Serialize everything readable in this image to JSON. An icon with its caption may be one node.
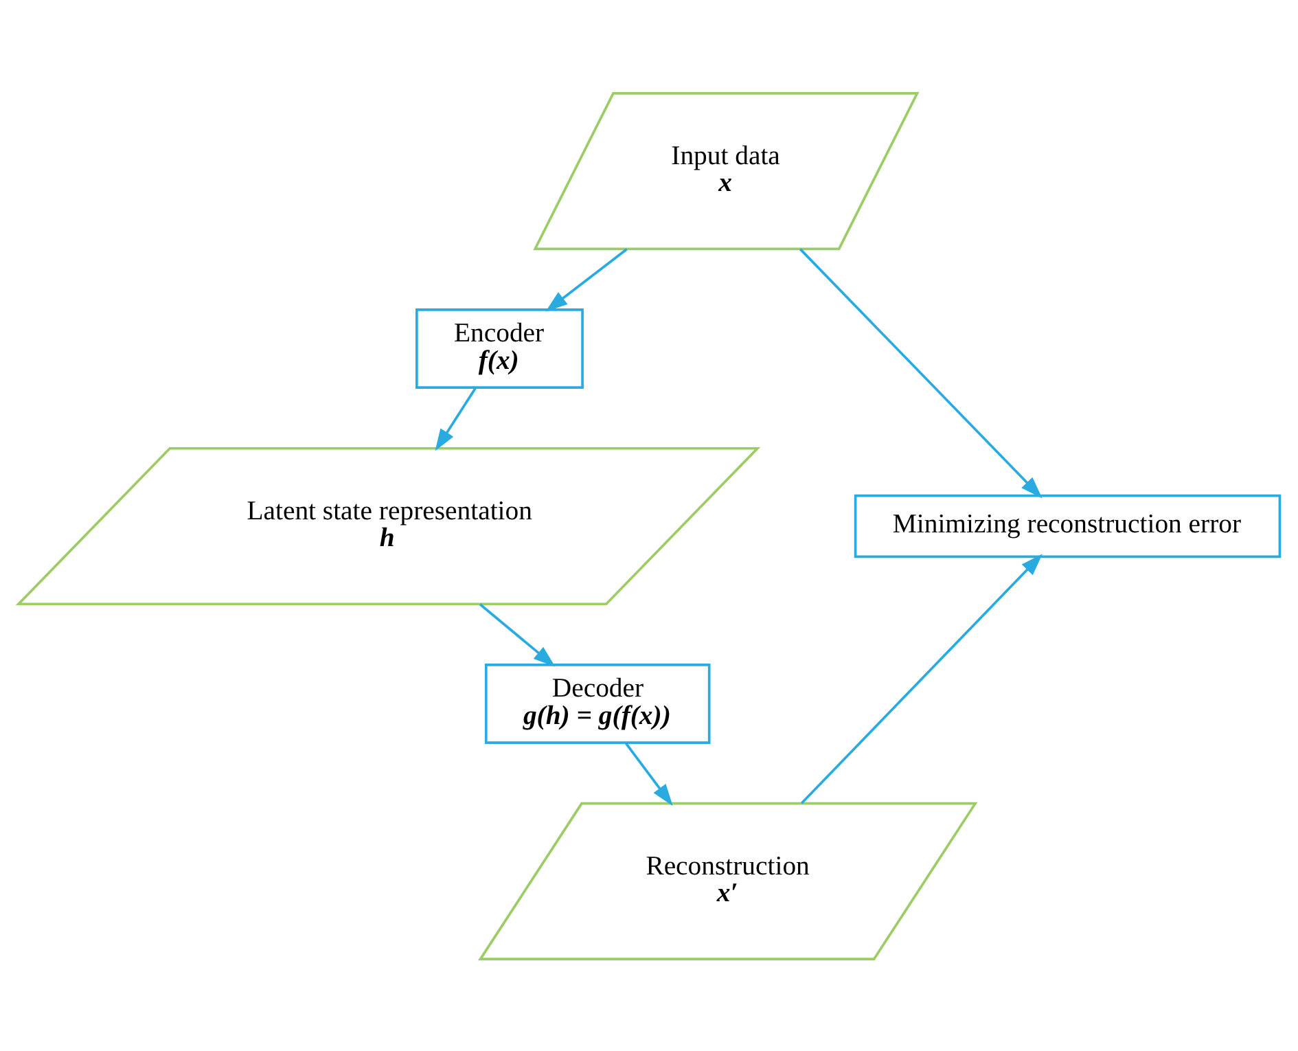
{
  "diagram": {
    "nodes": [
      {
        "text": [
          "Input data",
          "x"
        ]
      },
      {
        "text": [
          "Encoder",
          "f(x)"
        ]
      },
      {
        "text": [
          "Latent state representation",
          "h"
        ]
      },
      {
        "text": [
          "Decoder",
          "g(h) = g(f(x))"
        ]
      },
      {
        "text": [
          "Reconstruction",
          "x′"
        ]
      },
      {
        "text": [
          "Minimizing reconstruction error"
        ]
      }
    ],
    "edges": [
      {
        "from": 0,
        "to": 1,
        "arrow": "to"
      },
      {
        "from": 1,
        "to": 2,
        "arrow": "to"
      },
      {
        "from": 2,
        "to": 3,
        "arrow": "to"
      },
      {
        "from": 3,
        "to": 4,
        "arrow": "to"
      },
      {
        "from": 0,
        "to": 5,
        "arrow": "to"
      },
      {
        "from": 4,
        "to": 5,
        "arrow": "to"
      }
    ]
  }
}
